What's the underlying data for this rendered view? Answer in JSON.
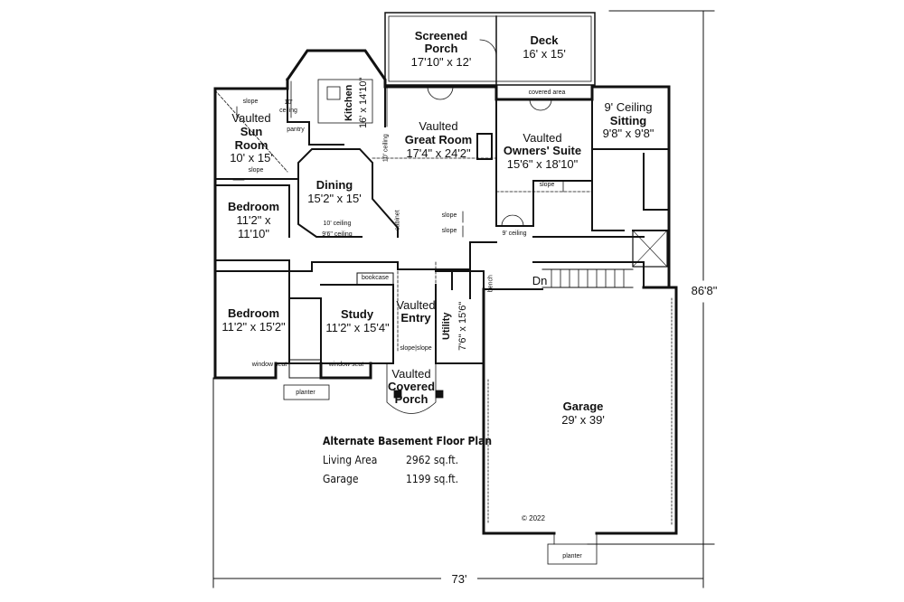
{
  "rooms": {
    "screened_porch": {
      "line1": "Screened",
      "line2": "Porch",
      "dims": "17'10\" x 12'"
    },
    "deck": {
      "name": "Deck",
      "dims": "16' x 15'"
    },
    "covered_area": "covered area",
    "sun_room": {
      "line1": "Vaulted",
      "line2": "Sun",
      "line3": "Room",
      "dims": "10' x 15'"
    },
    "kitchen": {
      "name": "Kitchen",
      "dims": "16' x 14'10\""
    },
    "great_room": {
      "line1": "Vaulted",
      "line2": "Great Room",
      "dims": "17'4\" x 24'2\""
    },
    "owners_suite": {
      "line1": "Vaulted",
      "line2": "Owners' Suite",
      "dims": "15'6\" x 18'10\""
    },
    "sitting": {
      "line1": "9' Ceiling",
      "line2": "Sitting",
      "dims": "9'8\" x 9'8\""
    },
    "dining": {
      "name": "Dining",
      "dims": "15'2\" x 15'"
    },
    "bedroom_upper": {
      "name": "Bedroom",
      "dims1": "11'2\" x",
      "dims2": "11'10\""
    },
    "bedroom_lower": {
      "name": "Bedroom",
      "dims": "11'2\" x 15'2\""
    },
    "study": {
      "name": "Study",
      "dims": "11'2\" x 15'4\""
    },
    "entry": {
      "line1": "Vaulted",
      "line2": "Entry"
    },
    "utility": {
      "name": "Utility",
      "dims": "7'6\" x 15'6\""
    },
    "covered_porch": {
      "line1": "Vaulted",
      "line2": "Covered",
      "line3": "Porch"
    },
    "garage": {
      "name": "Garage",
      "dims": "29' x 39'"
    }
  },
  "notes": {
    "slope": "slope",
    "ceiling_10": "10' ceiling",
    "ceiling_96": "9'6\" ceiling",
    "ceiling_9": "9' ceiling",
    "ten": "10'",
    "ceiling": "ceiling",
    "pantry": "pantry",
    "cabinet": "cabinet",
    "bookcase": "bookcase",
    "bench": "bench",
    "dn": "Dn",
    "window_seat": "window seat",
    "planter": "planter",
    "slope_pair": "slope|slope",
    "copyright": "© 2022"
  },
  "dimensions": {
    "width": "73'",
    "depth": "86'8\""
  },
  "summary": {
    "title": "Alternate Basement Floor Plan",
    "rows": [
      {
        "label": "Living Area",
        "value": "2962 sq.ft."
      },
      {
        "label": "Garage",
        "value": "1199 sq.ft."
      }
    ]
  }
}
